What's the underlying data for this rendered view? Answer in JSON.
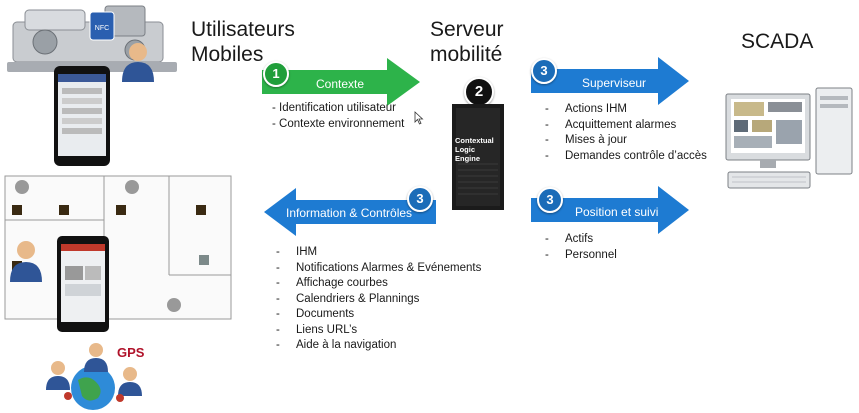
{
  "titles": {
    "mobile_users": [
      "Utilisateurs",
      "Mobiles"
    ],
    "server": [
      "Serveur",
      "mobilité"
    ],
    "scada": "SCADA"
  },
  "arrows": {
    "context": {
      "number": "1",
      "label": "Contexte",
      "color": "#2db34a",
      "badge_color": "#1f9e3a"
    },
    "supervisor": {
      "number": "3",
      "label": "Superviseur",
      "color": "#1e7bd2",
      "badge_color": "#1b6cb8"
    },
    "info": {
      "number": "3",
      "label": "Information & Contrôles",
      "color": "#1e7bd2",
      "badge_color": "#1b6cb8"
    },
    "position": {
      "number": "3",
      "label": "Position et suivi",
      "color": "#1e7bd2",
      "badge_color": "#1b6cb8"
    }
  },
  "server": {
    "number": "2",
    "engine_label": [
      "Contextual",
      "Logic",
      "Engine"
    ]
  },
  "lists": {
    "context": [
      "Identification utilisateur",
      "Contexte environnement"
    ],
    "supervisor": [
      "Actions IHM",
      "Acquittement alarmes",
      "Mises à jour",
      "Demandes contrôle d’accès"
    ],
    "position": [
      "Actifs",
      "Personnel"
    ],
    "info": [
      "IHM",
      "Notifications Alarmes & Evénements",
      "Affichage courbes",
      "Calendriers & Plannings",
      "Documents",
      "Liens URL’s",
      "Aide à la navigation"
    ]
  },
  "gps_label": "GPS",
  "icons": [
    "machine-with-nfc-icon",
    "smartphone-icon",
    "floor-plan-icon",
    "gps-users-globe-icon",
    "server-tower-icon",
    "scada-workstation-icon"
  ]
}
